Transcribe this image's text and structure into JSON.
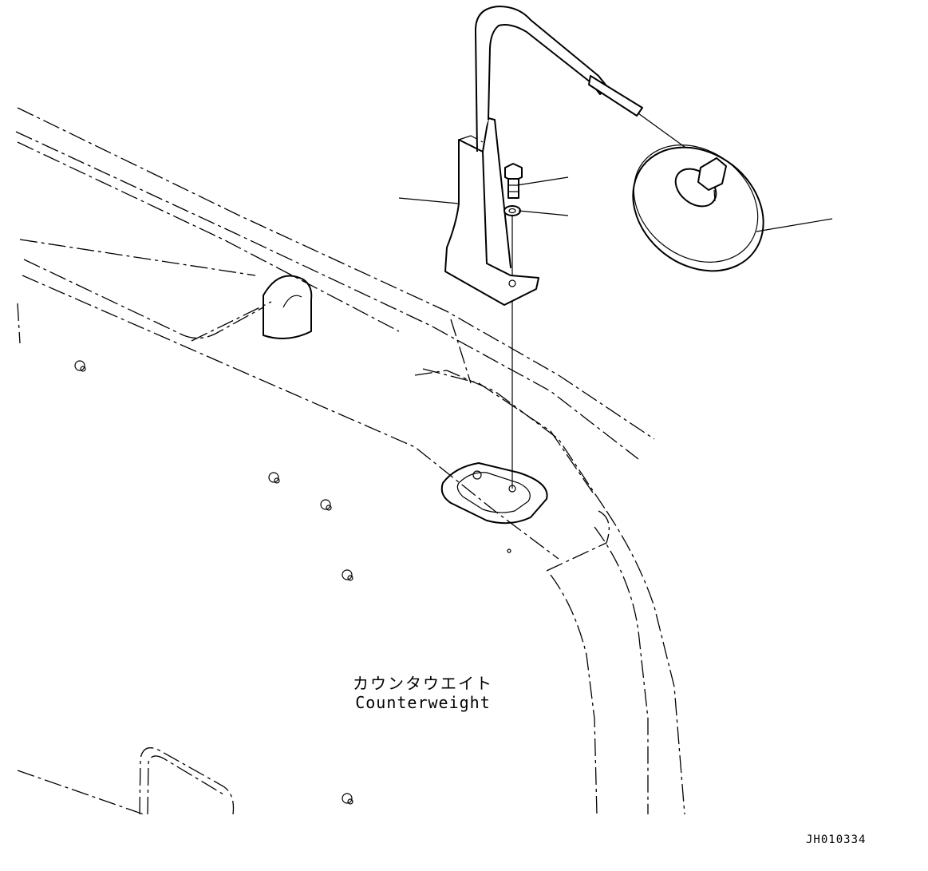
{
  "labels": {
    "part_name_jp": "カウンタウエイト",
    "part_name_en": "Counterweight"
  },
  "drawing_code": "JH010334",
  "parts": [
    {
      "name": "mirror-bracket"
    },
    {
      "name": "bolt"
    },
    {
      "name": "washer"
    },
    {
      "name": "mirror"
    }
  ]
}
